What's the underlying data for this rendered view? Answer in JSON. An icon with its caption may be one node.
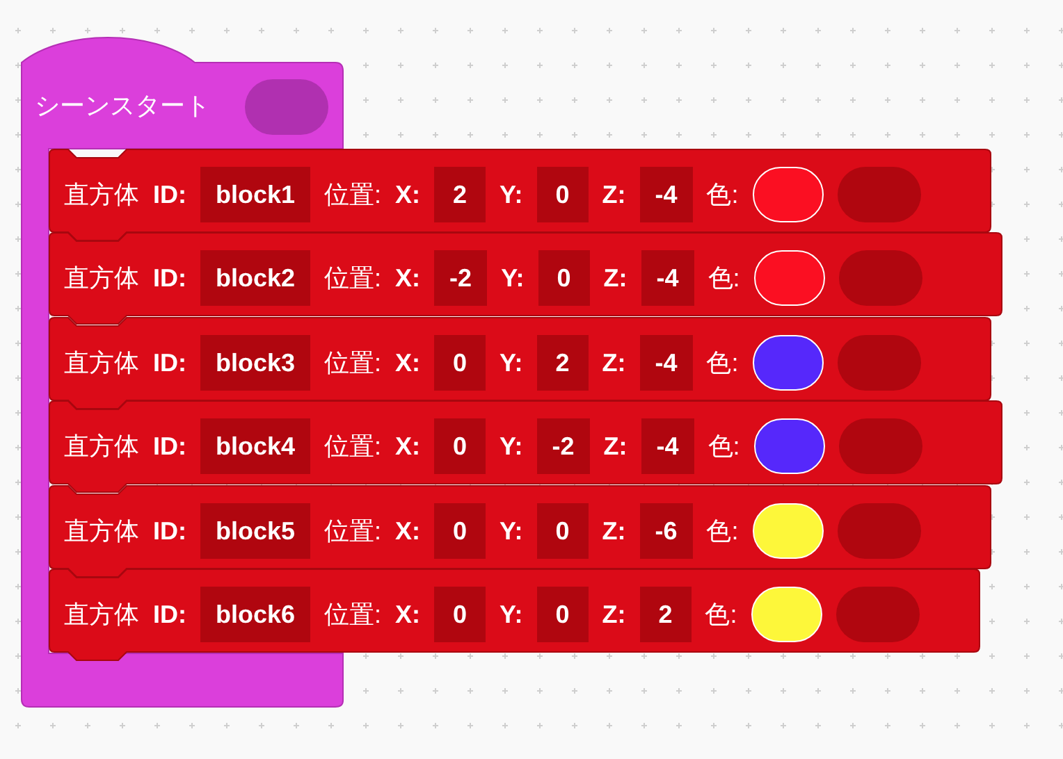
{
  "diagram": {
    "nodes": [
      {
        "text": [
          "シーンスタート"
        ]
      },
      {
        "text": [
          "直方体",
          "ID:",
          "block1",
          "位置:",
          "X:",
          "2",
          "Y:",
          "0",
          "Z:",
          "-4",
          "色:"
        ]
      },
      {
        "text": [
          "直方体",
          "ID:",
          "block2",
          "位置:",
          "X:",
          "-2",
          "Y:",
          "0",
          "Z:",
          "-4",
          "色:"
        ]
      },
      {
        "text": [
          "直方体",
          "ID:",
          "block3",
          "位置:",
          "X:",
          "0",
          "Y:",
          "2",
          "Z:",
          "-4",
          "色:"
        ]
      },
      {
        "text": [
          "直方体",
          "ID:",
          "block4",
          "位置:",
          "X:",
          "0",
          "Y:",
          "-2",
          "Z:",
          "-4",
          "色:"
        ]
      },
      {
        "text": [
          "直方体",
          "ID:",
          "block5",
          "位置:",
          "X:",
          "0",
          "Y:",
          "0",
          "Z:",
          "-6",
          "色:"
        ]
      },
      {
        "text": [
          "直方体",
          "ID:",
          "block6",
          "位置:",
          "X:",
          "0",
          "Y:",
          "0",
          "Z:",
          "2",
          "色:"
        ]
      }
    ]
  }
}
